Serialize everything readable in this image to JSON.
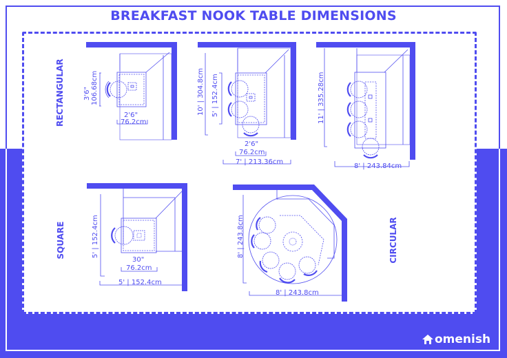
{
  "title": "BREAKFAST NOOK TABLE DIMENSIONS",
  "colors": {
    "accent": "#4f4cf0",
    "background": "#ffffff"
  },
  "sections": {
    "rectangular": {
      "label": "RECTANGULAR",
      "plans": [
        {
          "table_depth": "3'6\"",
          "table_depth_metric": "106.68cm",
          "table_width": "2'6\"",
          "table_width_metric": "76.2cm"
        },
        {
          "total_height": "10' | 304.8cm",
          "table_length": "5' | 152.4cm",
          "table_width": "2'6\"",
          "table_width_metric": "76.2cm",
          "total_width": "7' | 213.36cm"
        },
        {
          "total_height": "11' | 335.28cm",
          "total_width": "8' | 243.84cm"
        }
      ]
    },
    "square": {
      "label": "SQUARE",
      "plan": {
        "total_height": "5' | 152.4cm",
        "table_width": "30\"",
        "table_width_metric": "76.2cm",
        "total_width": "5' | 152.4cm"
      }
    },
    "circular": {
      "label": "CIRCULAR",
      "plan": {
        "total_height": "8' | 243.8cm",
        "total_width": "8' | 243.8cm"
      }
    }
  },
  "brand": {
    "name": "omenish",
    "icon": "house-icon"
  }
}
